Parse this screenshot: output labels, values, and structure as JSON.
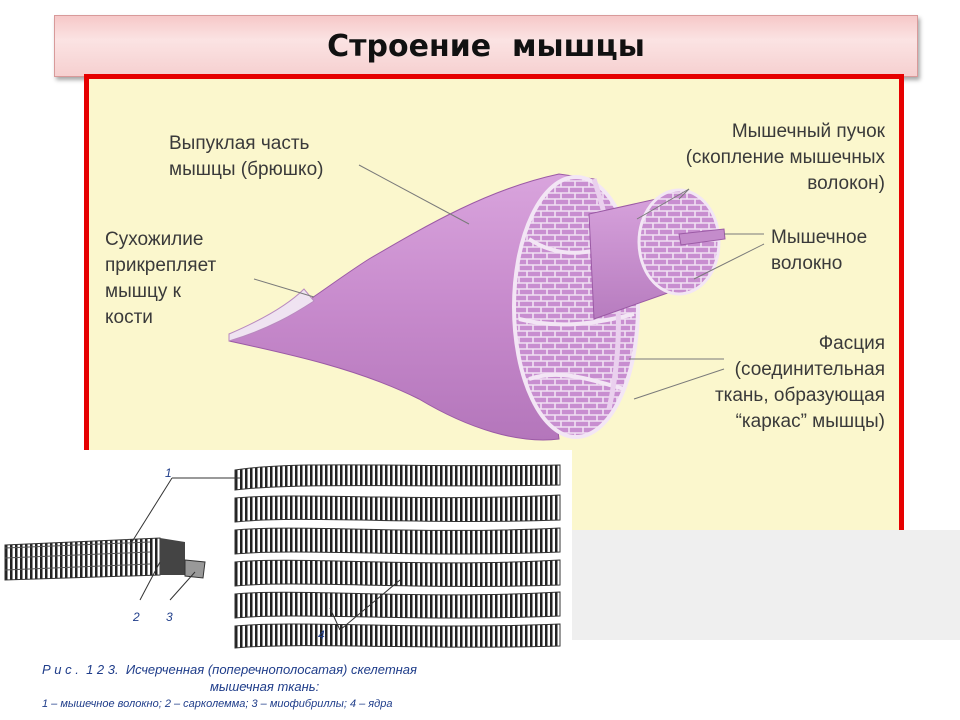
{
  "title": "Строение  мышцы",
  "diagram": {
    "labels": {
      "belly": "Выпуклая часть\nмышцы (брюшко)",
      "tendon": "Сухожилие\nприкрепляет\nмышцу к\nкости",
      "bundle": "Мышечный пучок\n(скопление мышечных\nволокон)",
      "fiber": "Мышечное\nволокно",
      "fascia": "Фасция\n(соединительная\nткань, образующая\n“каркас” мышцы)"
    }
  },
  "figure": {
    "numbers": [
      "1",
      "2",
      "3",
      "4"
    ],
    "caption_line1": "Р и с .  1 2 3.  Исчерченная (поперечнополосатая) скелетная",
    "caption_line2": "мышечная ткань:",
    "caption_line3": "1 – мышечное волокно; 2 – сарколемма; 3 – миофибриллы; 4 – ядра"
  },
  "colors": {
    "muscle": "#c98bd0",
    "muscle_dark": "#a868b2",
    "frame_border": "#e60000",
    "frame_fill": "#fbf7cd",
    "title_fill": "#f6c8c8",
    "caption": "#1f3d8a"
  }
}
